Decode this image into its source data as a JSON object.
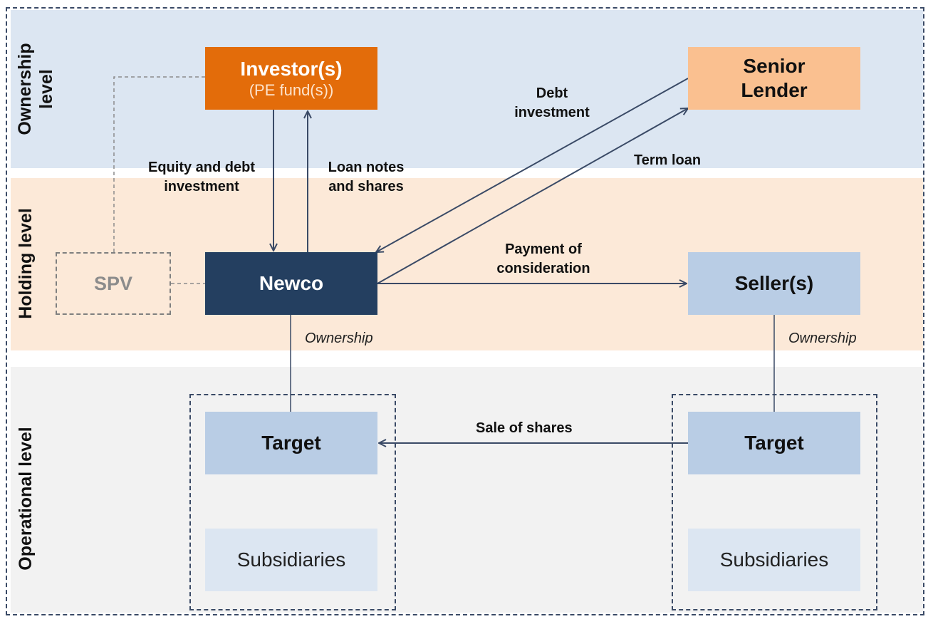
{
  "levels": {
    "ownership": "Ownership level",
    "holding": "Holding level",
    "operational": "Operational level"
  },
  "boxes": {
    "investor": {
      "title": "Investor(s)",
      "subtitle": "(PE fund(s))"
    },
    "senior_lender": {
      "title": "Senior Lender"
    },
    "spv": {
      "title": "SPV"
    },
    "newco": {
      "title": "Newco"
    },
    "seller": {
      "title": "Seller(s)"
    },
    "target_left": {
      "title": "Target"
    },
    "target_right": {
      "title": "Target"
    },
    "subsidiaries_left": {
      "title": "Subsidiaries"
    },
    "subsidiaries_right": {
      "title": "Subsidiaries"
    }
  },
  "flows": {
    "equity_debt": "Equity and debt investment",
    "loan_notes": "Loan notes and shares",
    "debt_investment": "Debt investment",
    "term_loan": "Term loan",
    "payment": "Payment of consideration",
    "sale_of_shares": "Sale of shares",
    "ownership_left": "Ownership",
    "ownership_right": "Ownership"
  },
  "colors": {
    "investor": "#e36c0a",
    "senior_lender": "#fac090",
    "newco": "#243f60",
    "seller_target": "#b9cde5",
    "subsidiaries": "#dce6f2",
    "band_ownership": "#dce6f2",
    "band_holding": "#fce9d8",
    "band_operational": "#f2f2f2",
    "arrow": "#3a4a66"
  }
}
